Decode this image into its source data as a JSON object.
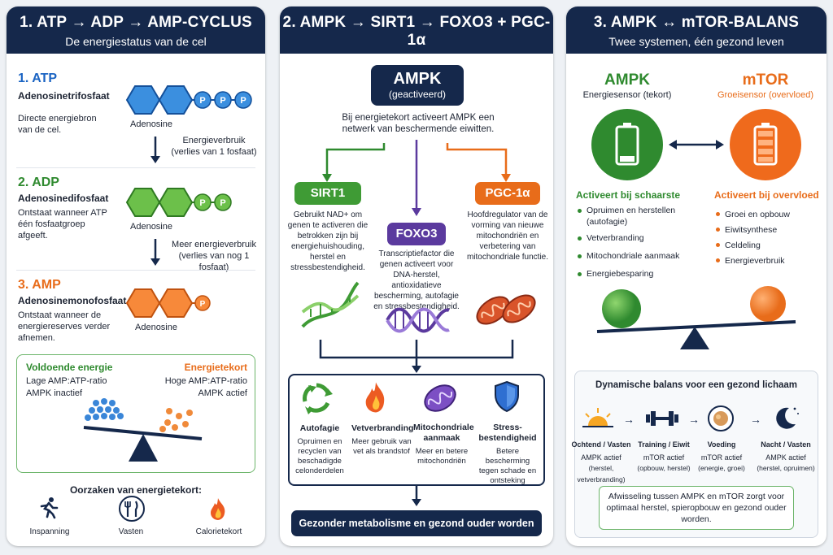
{
  "colors": {
    "navy": "#15284b",
    "blue": "#1b64c3",
    "green": "#2f8a2f",
    "orange": "#e86c1a",
    "purple": "#5b3a9e"
  },
  "p1": {
    "title": "1. ATP → ADP → AMP-CYCLUS",
    "subtitle": "De energiestatus van de cel",
    "atp": {
      "head": "1. ATP",
      "name": "Adenosinetrifosfaat",
      "desc": "Directe energiebron van de cel.",
      "base": "Adenosine"
    },
    "arrow1": "Energieverbruik (verlies van 1 fosfaat)",
    "adp": {
      "head": "2. ADP",
      "name": "Adenosinedifosfaat",
      "desc": "Ontstaat wanneer ATP één fosfaatgroep afgeeft.",
      "base": "Adenosine"
    },
    "arrow2": "Meer energieverbruik (verlies van nog 1 fosfaat)",
    "amp": {
      "head": "3. AMP",
      "name": "Adenosinemonofosfaat",
      "desc": "Ontstaat wanneer de energiereserves verder afnemen.",
      "base": "Adenosine"
    },
    "phosphate": "P",
    "left": {
      "title": "Voldoende energie",
      "l1": "Lage AMP:ATP-ratio",
      "l2": "AMPK inactief"
    },
    "right": {
      "title": "Energietekort",
      "l1": "Hoge AMP:ATP-ratio",
      "l2": "AMPK actief"
    },
    "causes_title": "Oorzaken van energietekort:",
    "causes": [
      "Inspanning",
      "Vasten",
      "Calorietekort"
    ]
  },
  "p2": {
    "title": "2. AMPK → SIRT1 → FOXO3 + PGC-1α",
    "subtitle": "De longevity-cascade",
    "ampk": "AMPK",
    "ampk_sub": "(geactiveerd)",
    "intro": "Bij energietekort activeert AMPK een netwerk van beschermende eiwitten.",
    "sirt1": {
      "name": "SIRT1",
      "desc": "Gebruikt NAD+ om genen te activeren die betrokken zijn bij energiehuishouding, herstel en stressbestendigheid."
    },
    "foxo3": {
      "name": "FOXO3",
      "desc": "Transcriptiefactor die genen activeert voor DNA-herstel, antioxidatieve bescherming, autofagie en stressbestendigheid."
    },
    "pgc": {
      "name": "PGC-1α",
      "desc": "Hoofdregulator van de vorming van nieuwe mitochondriën en verbetering van mitochondriale functie."
    },
    "effects": [
      {
        "name": "Autofagie",
        "desc": "Opruimen en recyclen van beschadigde celonderdelen"
      },
      {
        "name": "Vetverbranding",
        "desc": "Meer gebruik van vet als brandstof"
      },
      {
        "name": "Mitochondriale aanmaak",
        "desc": "Meer en betere mitochondriën"
      },
      {
        "name": "Stress-bestendigheid",
        "desc": "Betere bescherming tegen schade en ontsteking"
      }
    ],
    "result": "Gezonder metabolisme en gezond ouder worden"
  },
  "p3": {
    "title": "3. AMPK ↔ mTOR-BALANS",
    "subtitle": "Twee systemen, één gezond leven",
    "ampk": {
      "name": "AMPK",
      "role": "Energiesensor (tekort)",
      "head": "Activeert bij schaarste",
      "items": [
        "Opruimen en herstellen (autofagie)",
        "Vetverbranding",
        "Mitochondriale aanmaak",
        "Energiebesparing"
      ]
    },
    "mtor": {
      "name": "mTOR",
      "role": "Groeisensor (overvloed)",
      "head": "Activeert bij overvloed",
      "items": [
        "Groei en opbouw",
        "Eiwitsynthese",
        "Celdeling",
        "Energieverbruik"
      ]
    },
    "dyn_title": "Dynamische balans voor een gezond lichaam",
    "phases": [
      {
        "name": "Ochtend / Vasten",
        "l1": "AMPK actief",
        "l2": "(herstel, vetverbranding)"
      },
      {
        "name": "Training / Eiwit",
        "l1": "mTOR actief",
        "l2": "(opbouw, herstel)"
      },
      {
        "name": "Voeding",
        "l1": "mTOR actief",
        "l2": "(energie, groei)"
      },
      {
        "name": "Nacht / Vasten",
        "l1": "AMPK actief",
        "l2": "(herstel, opruimen)"
      }
    ],
    "footer": "Afwisseling tussen AMPK en mTOR zorgt voor optimaal herstel, spieropbouw en gezond ouder worden."
  }
}
